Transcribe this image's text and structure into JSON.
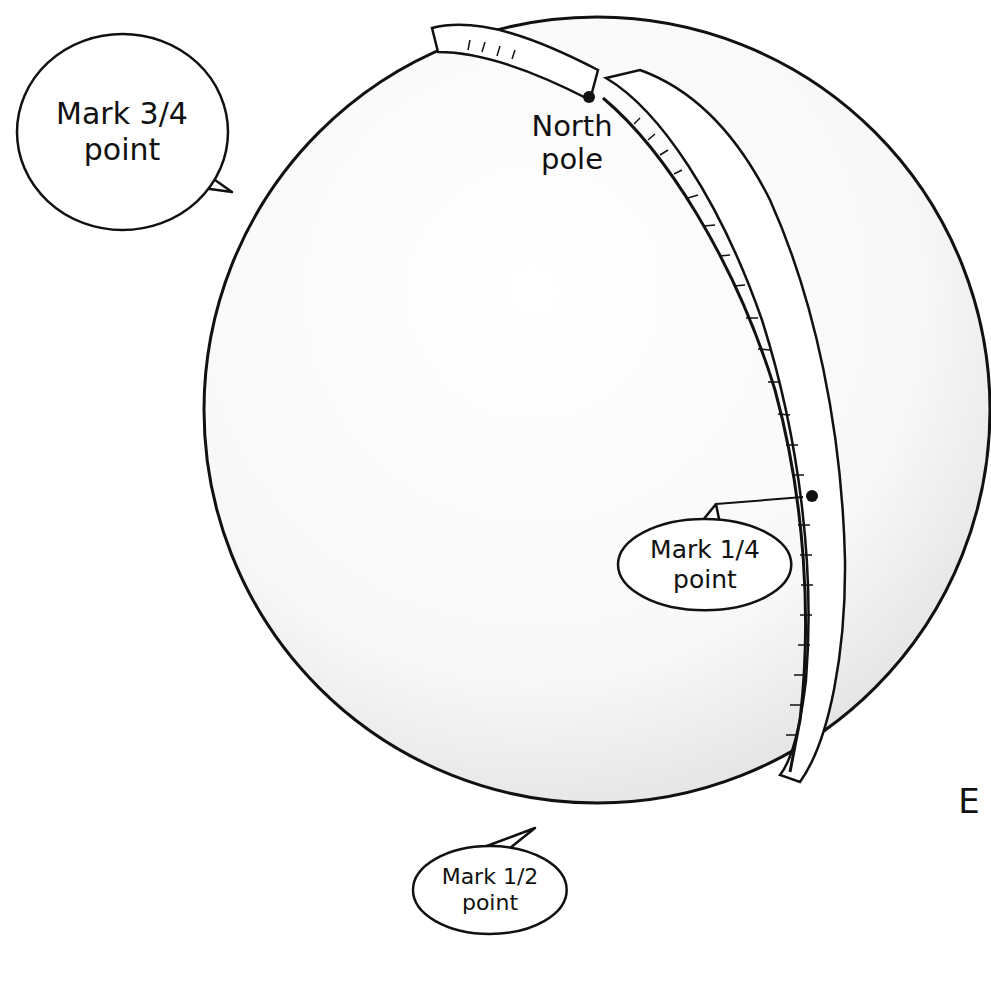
{
  "diagram": {
    "nodes": [
      {
        "text": [
          "Mark 3/4 point"
        ]
      },
      {
        "text": [
          "Mark 1/4 point"
        ]
      },
      {
        "text": [
          "Mark 1/2 point"
        ]
      }
    ],
    "labels": [
      "North pole",
      "E"
    ]
  }
}
